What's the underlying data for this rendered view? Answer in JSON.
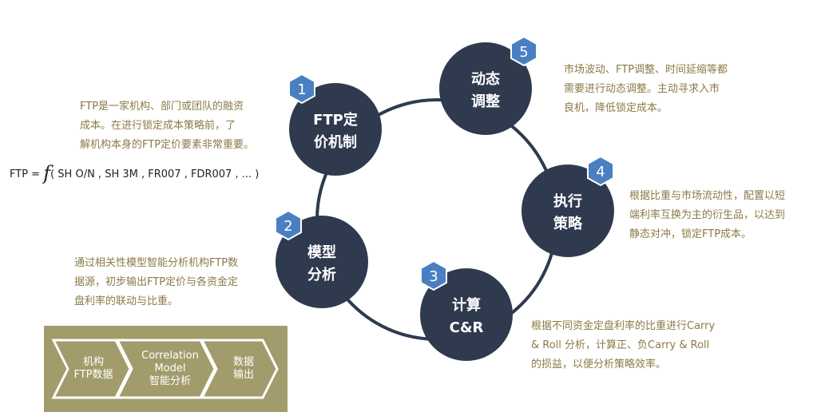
{
  "cycle": [
    {
      "label": "FTP定\n价机制",
      "number": "1"
    },
    {
      "label": "模型\n分析",
      "number": "2"
    },
    {
      "label": "计算\nC&R",
      "number": "3"
    },
    {
      "label": "执行\n策略",
      "number": "4"
    },
    {
      "label": "动态\n调整",
      "number": "5"
    }
  ],
  "descriptions": {
    "ftp_pricing": "FTP是一家机构、部门或团队的融资\n成本。在进行锁定成本策略前，了\n解机构本身的FTP定价要素非常重要。",
    "model_analysis": "通过相关性模型智能分析机构FTP数\n据源，初步输出FTP定价与各资金定\n盘利率的联动与比重。",
    "calc_cr": "根据不同资金定盘利率的比重进行Carry\n& Roll 分析，计算正、负Carry & Roll\n的损益，以便分析策略效率。",
    "execute": "根据比重与市场流动性，配置以短\n端利率互换为主的衍生品，以达到\n静态对冲，锁定FTP成本。",
    "dynamic": "市场波动、FTP调整、时间延缩等都\n需要进行动态调整。主动寻求入市\n良机，降低锁定成本。"
  },
  "formula": {
    "lhs": "FTP =",
    "func": "f",
    "args": "( SH O/N , SH 3M , FR007 , FDR007 , ... )"
  },
  "flow": [
    {
      "label": "机构\nFTP数据"
    },
    {
      "label": "Correlation\nModel\n智能分析"
    },
    {
      "label": "数据\n输出"
    }
  ],
  "colors": {
    "circle": "#2f3a4f",
    "badge": "#4a7fc1",
    "ring": "#2f3a4f",
    "description_text": "#8b7a46",
    "flow_bg": "#a29c6c"
  }
}
